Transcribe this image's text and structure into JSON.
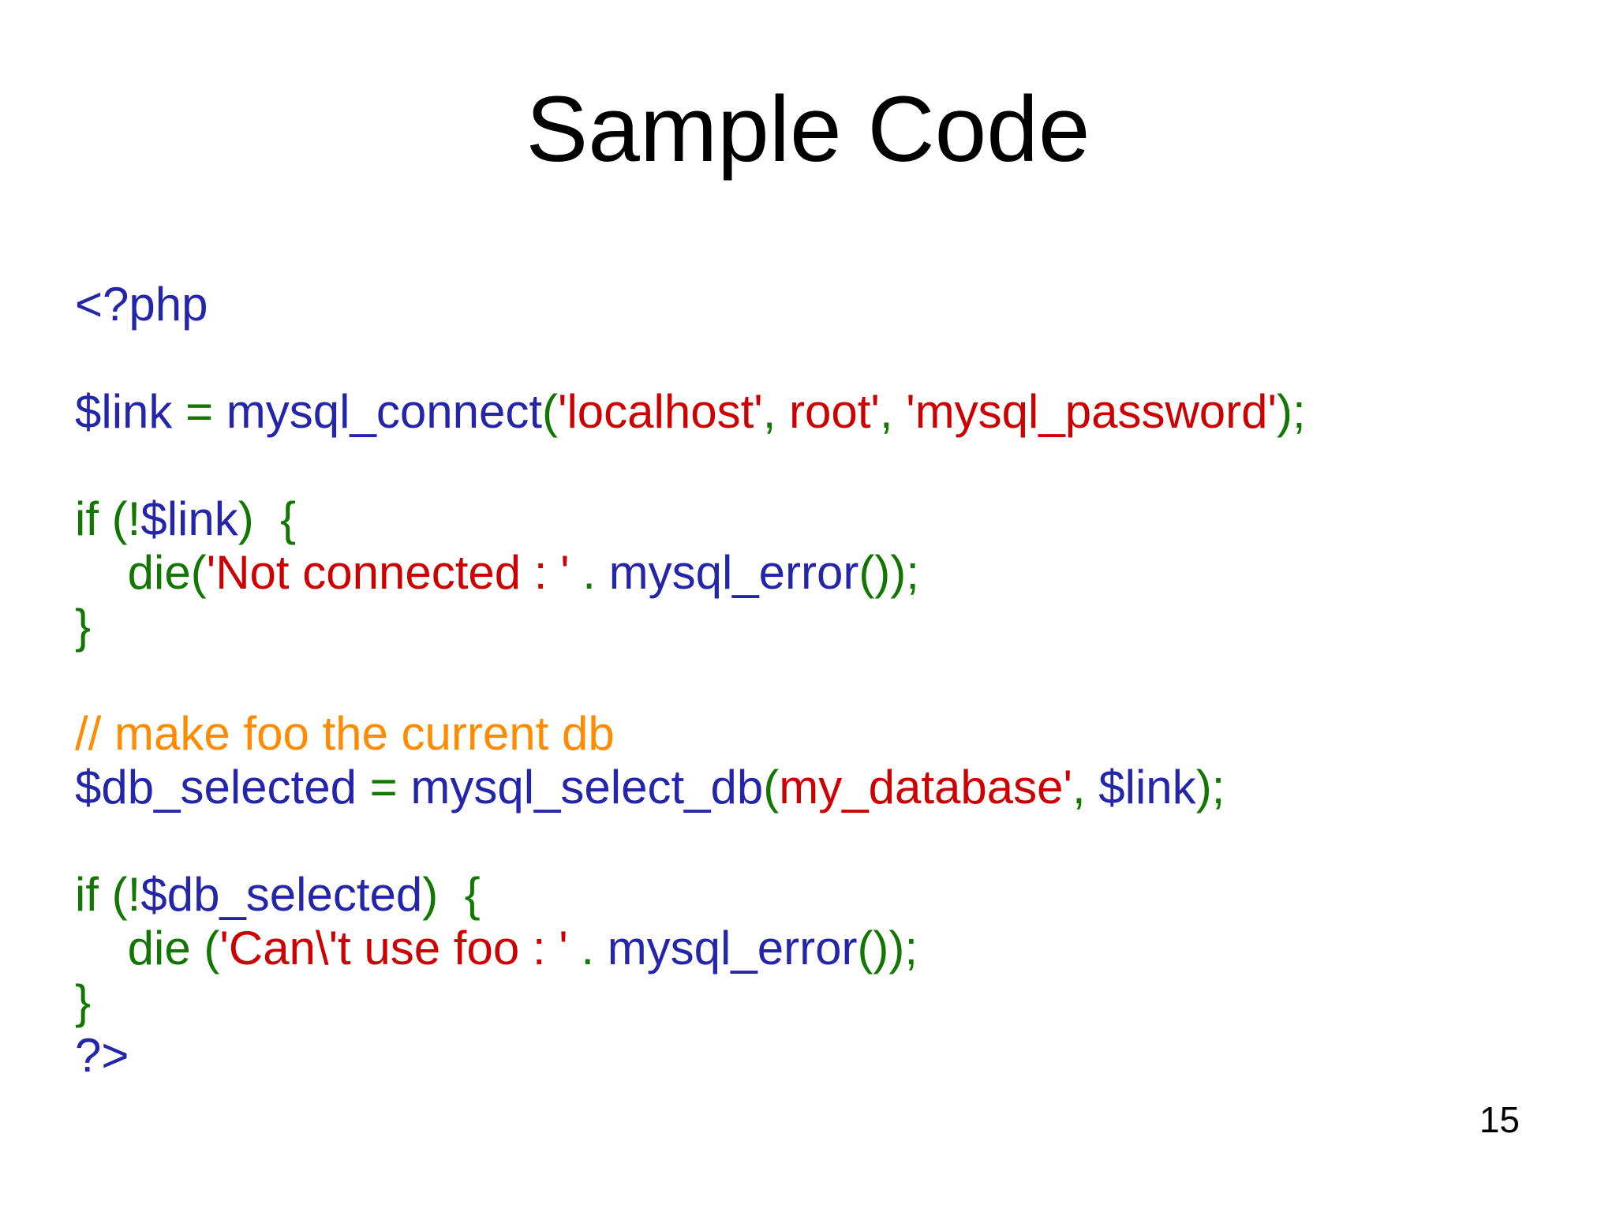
{
  "slide": {
    "title": "Sample Code",
    "page_number": "15"
  },
  "colors": {
    "code_blue": "#2525AA",
    "keyword_green": "#117700",
    "string_red": "#CC0000",
    "comment_orange": "#FF8C00",
    "title_black": "#000000",
    "background": "#FFFFFF"
  },
  "code_lines": [
    {
      "tokens": [
        {
          "t": "<?php",
          "c": "blue"
        }
      ]
    },
    {
      "tokens": []
    },
    {
      "tokens": [
        {
          "t": "$link ",
          "c": "blue"
        },
        {
          "t": "= ",
          "c": "green"
        },
        {
          "t": "mysql_connect",
          "c": "blue"
        },
        {
          "t": "(",
          "c": "green"
        },
        {
          "t": "'localhost'",
          "c": "red"
        },
        {
          "t": ", ",
          "c": "green"
        },
        {
          "t": "root'",
          "c": "red"
        },
        {
          "t": ", ",
          "c": "green"
        },
        {
          "t": "'mysql_password'",
          "c": "red"
        },
        {
          "t": ");",
          "c": "green"
        }
      ]
    },
    {
      "tokens": []
    },
    {
      "tokens": [
        {
          "t": "if (!",
          "c": "green"
        },
        {
          "t": "$link",
          "c": "blue"
        },
        {
          "t": ")  {",
          "c": "green"
        }
      ]
    },
    {
      "tokens": [
        {
          "t": "    die(",
          "c": "green"
        },
        {
          "t": "'Not connected : '",
          "c": "red"
        },
        {
          "t": " . ",
          "c": "green"
        },
        {
          "t": "mysql_error",
          "c": "blue"
        },
        {
          "t": "());",
          "c": "green"
        }
      ]
    },
    {
      "tokens": [
        {
          "t": "}",
          "c": "green"
        }
      ]
    },
    {
      "tokens": []
    },
    {
      "tokens": [
        {
          "t": "// make foo the current db",
          "c": "orange"
        }
      ]
    },
    {
      "tokens": [
        {
          "t": "$db_selected ",
          "c": "blue"
        },
        {
          "t": "= ",
          "c": "green"
        },
        {
          "t": "mysql_select_db",
          "c": "blue"
        },
        {
          "t": "(",
          "c": "green"
        },
        {
          "t": "my_database'",
          "c": "red"
        },
        {
          "t": ", ",
          "c": "green"
        },
        {
          "t": "$link",
          "c": "blue"
        },
        {
          "t": ");",
          "c": "green"
        }
      ]
    },
    {
      "tokens": []
    },
    {
      "tokens": [
        {
          "t": "if (!",
          "c": "green"
        },
        {
          "t": "$db_selected",
          "c": "blue"
        },
        {
          "t": ")  {",
          "c": "green"
        }
      ]
    },
    {
      "tokens": [
        {
          "t": "    die (",
          "c": "green"
        },
        {
          "t": "'Can\\'t use foo : '",
          "c": "red"
        },
        {
          "t": " . ",
          "c": "green"
        },
        {
          "t": "mysql_error",
          "c": "blue"
        },
        {
          "t": "());",
          "c": "green"
        }
      ]
    },
    {
      "tokens": [
        {
          "t": "}",
          "c": "green"
        }
      ]
    },
    {
      "tokens": [
        {
          "t": "?>",
          "c": "blue"
        }
      ]
    }
  ]
}
